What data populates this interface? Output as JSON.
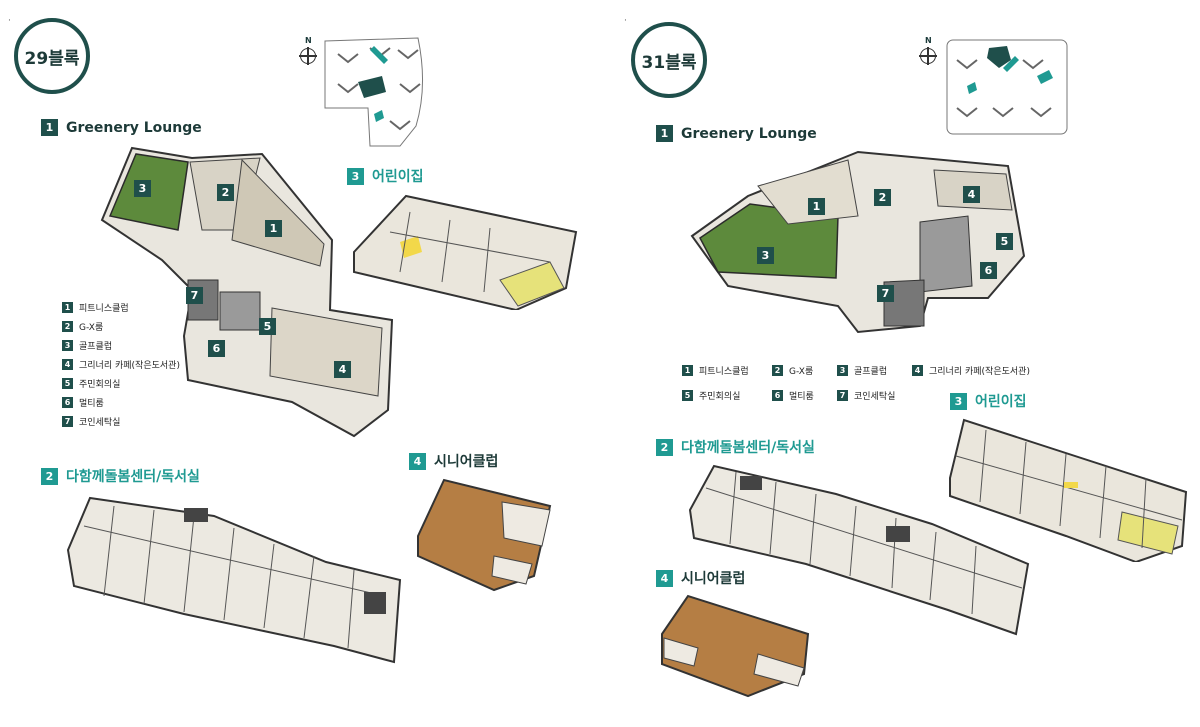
{
  "left": {
    "block_label": "29블록",
    "compass_label": "N",
    "sections": {
      "greenery": {
        "num": "1",
        "title": "Greenery Lounge"
      },
      "kids": {
        "num": "3",
        "title": "어린이집"
      },
      "care": {
        "num": "2",
        "title": "다함께돌봄센터/독서실"
      },
      "senior": {
        "num": "4",
        "title": "시니어클럽"
      }
    },
    "legend": [
      {
        "num": "1",
        "label": "피트니스클럽"
      },
      {
        "num": "2",
        "label": "G-X룸"
      },
      {
        "num": "3",
        "label": "골프클럽"
      },
      {
        "num": "4",
        "label": "그리너리 카페(작은도서관)"
      },
      {
        "num": "5",
        "label": "주민회의실"
      },
      {
        "num": "6",
        "label": "멀티룸"
      },
      {
        "num": "7",
        "label": "코인세탁실"
      }
    ],
    "plan_markers": [
      "1",
      "2",
      "3",
      "4",
      "5",
      "6",
      "7"
    ]
  },
  "right": {
    "block_label": "31블록",
    "compass_label": "N",
    "sections": {
      "greenery": {
        "num": "1",
        "title": "Greenery Lounge"
      },
      "kids": {
        "num": "3",
        "title": "어린이집"
      },
      "care": {
        "num": "2",
        "title": "다함께돌봄센터/독서실"
      },
      "senior": {
        "num": "4",
        "title": "시니어클럽"
      }
    },
    "legend": [
      {
        "num": "1",
        "label": "피트니스클럽"
      },
      {
        "num": "2",
        "label": "G-X룸"
      },
      {
        "num": "3",
        "label": "골프클럽"
      },
      {
        "num": "4",
        "label": "그리너리 카페(작은도서관)"
      },
      {
        "num": "5",
        "label": "주민회의실"
      },
      {
        "num": "6",
        "label": "멀티룸"
      },
      {
        "num": "7",
        "label": "코인세탁실"
      }
    ],
    "plan_markers": [
      "1",
      "2",
      "3",
      "4",
      "5",
      "6",
      "7"
    ]
  },
  "colors": {
    "accent": "#1f9a92",
    "dark": "#1f4f4b",
    "golf_green": "#5d8a3c",
    "wood": "#b57e44"
  }
}
